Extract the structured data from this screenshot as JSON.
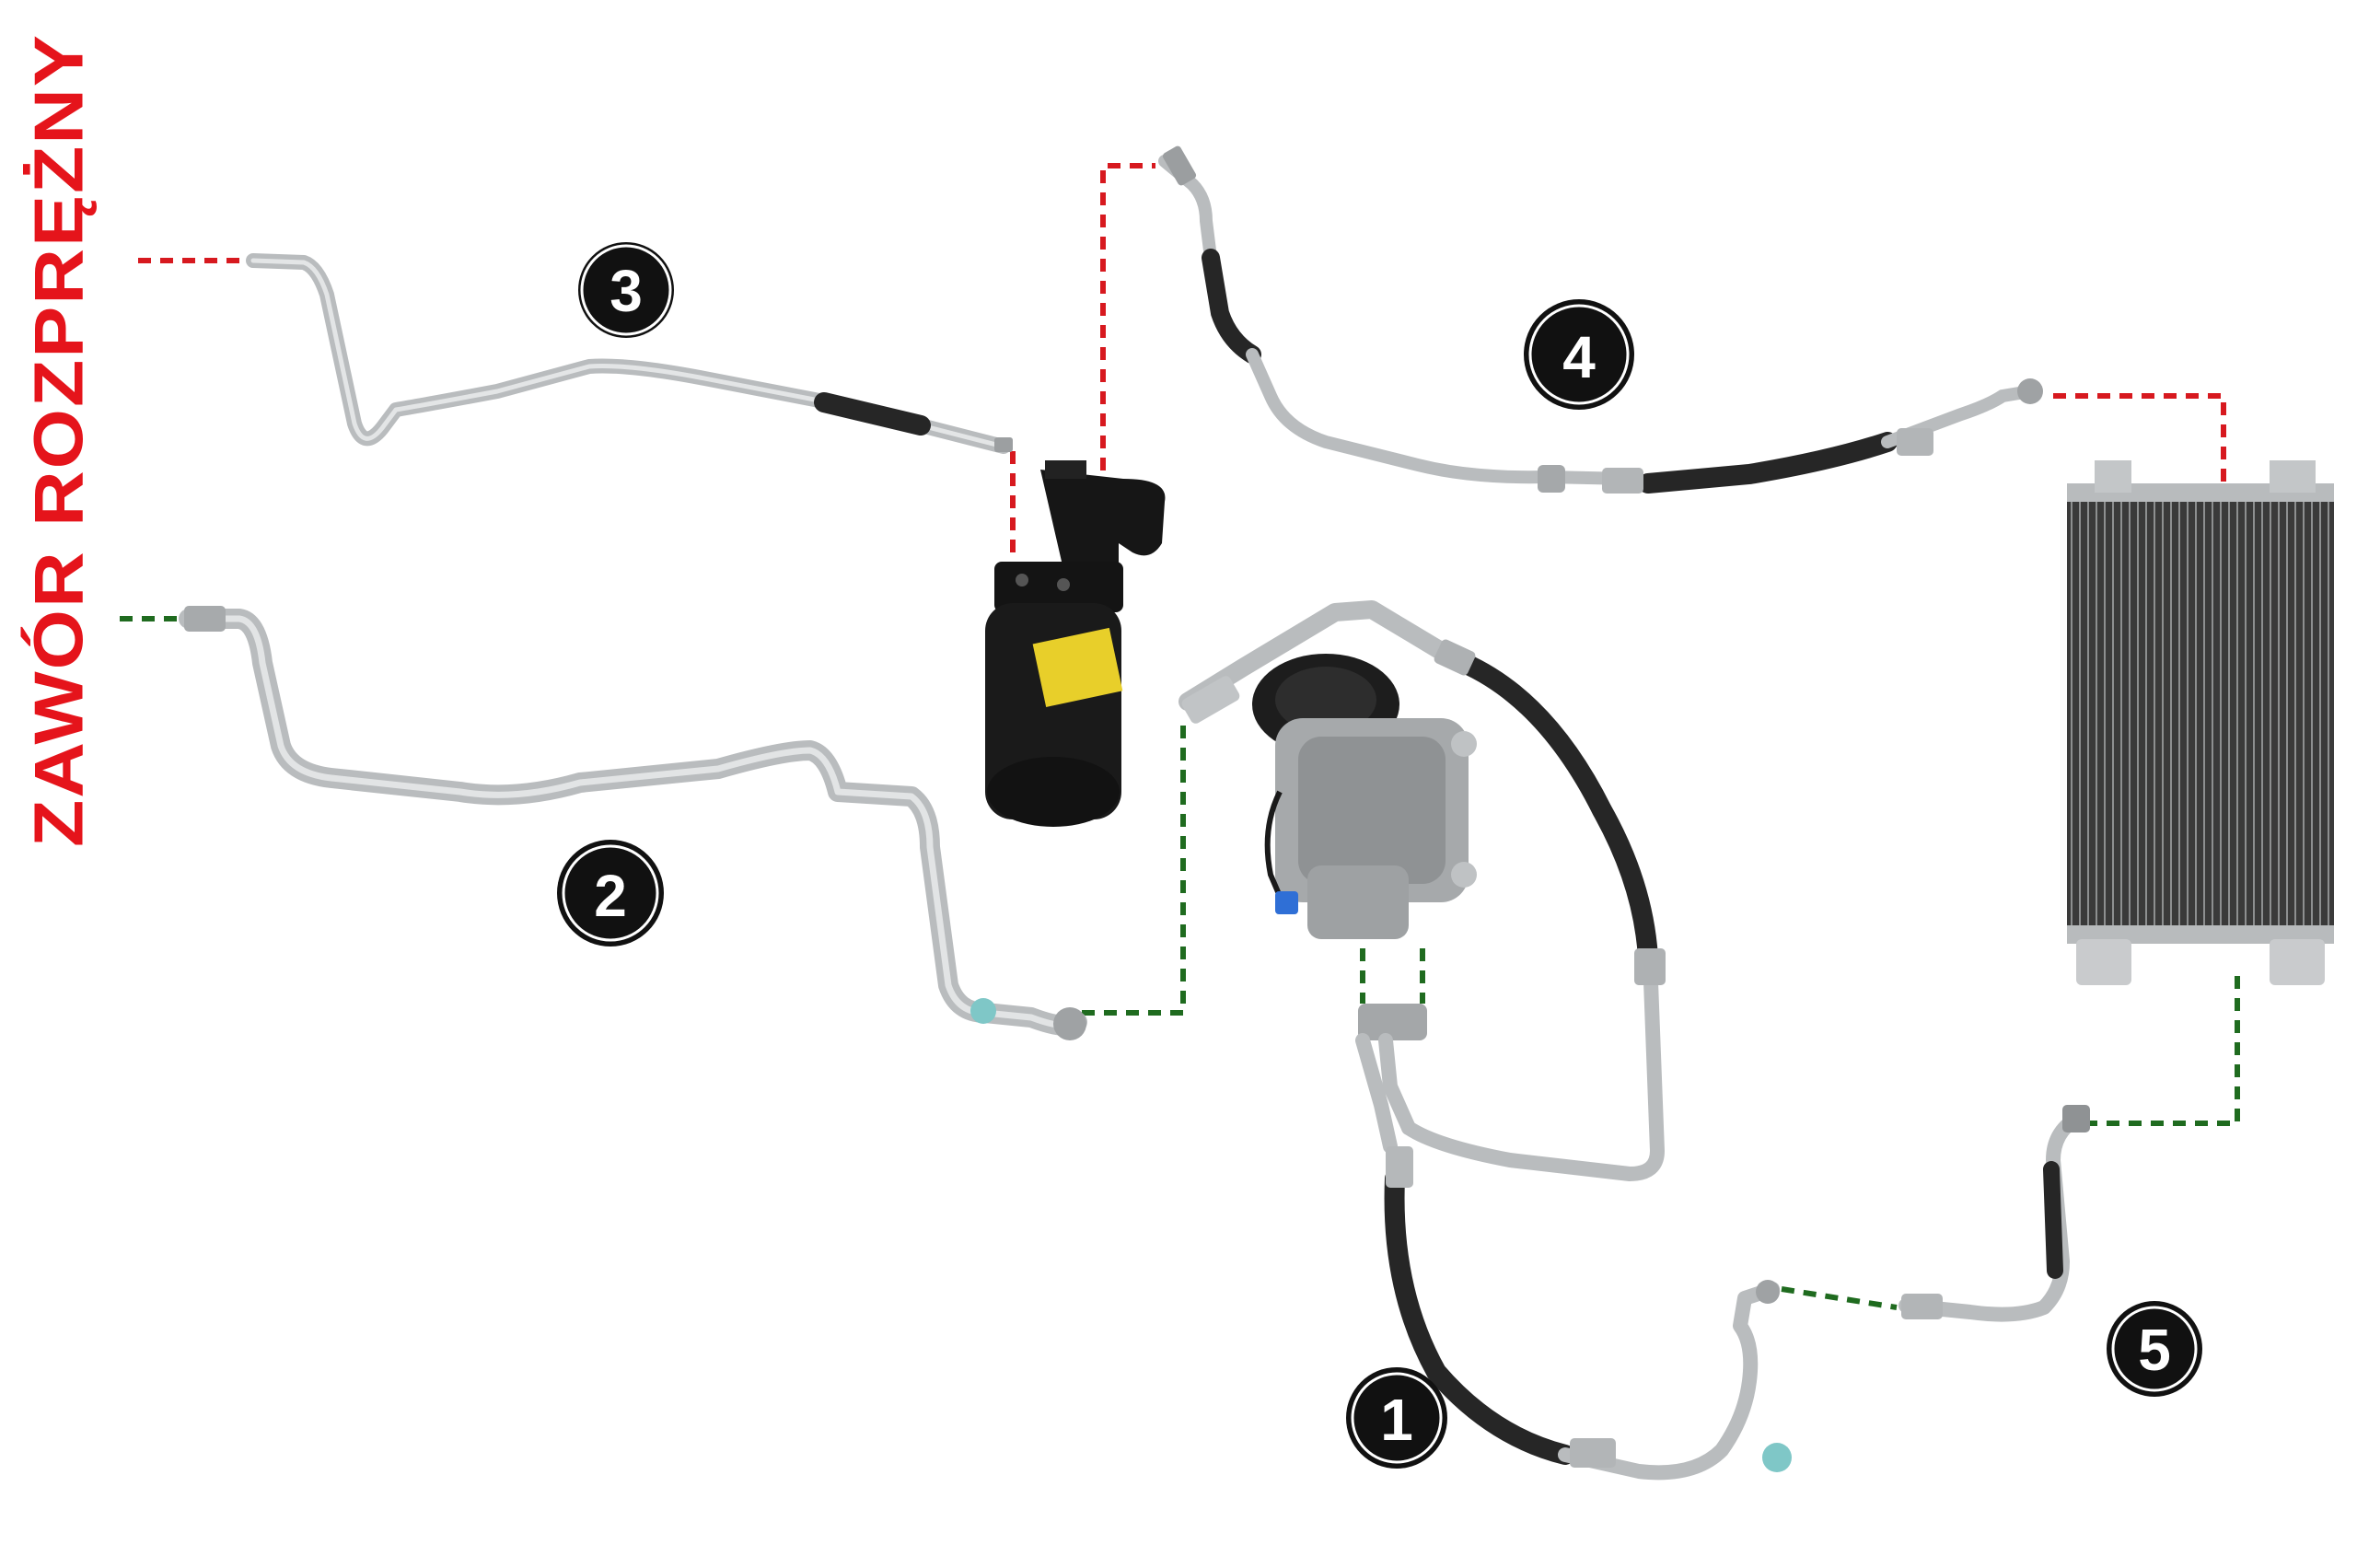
{
  "label": {
    "text": "ZAWÓR ROZPRĘŻNY",
    "color": "#e5141b"
  },
  "colors": {
    "red_dash": "#d7191f",
    "green_dash": "#1f6b1f",
    "pipe": "#b9bcbe",
    "hose": "#262626",
    "badge_fill": "#111111",
    "badge_text": "#ffffff"
  },
  "parts": [
    {
      "id": "1",
      "number": "1",
      "kind": "discharge-hose"
    },
    {
      "id": "2",
      "number": "2",
      "kind": "suction-pipe"
    },
    {
      "id": "3",
      "number": "3",
      "kind": "liquid-pipe"
    },
    {
      "id": "4",
      "number": "4",
      "kind": "condenser-hose"
    },
    {
      "id": "5",
      "number": "5",
      "kind": "condenser-outlet-pipe"
    }
  ],
  "components": [
    "receiver-drier",
    "compressor",
    "condenser"
  ]
}
